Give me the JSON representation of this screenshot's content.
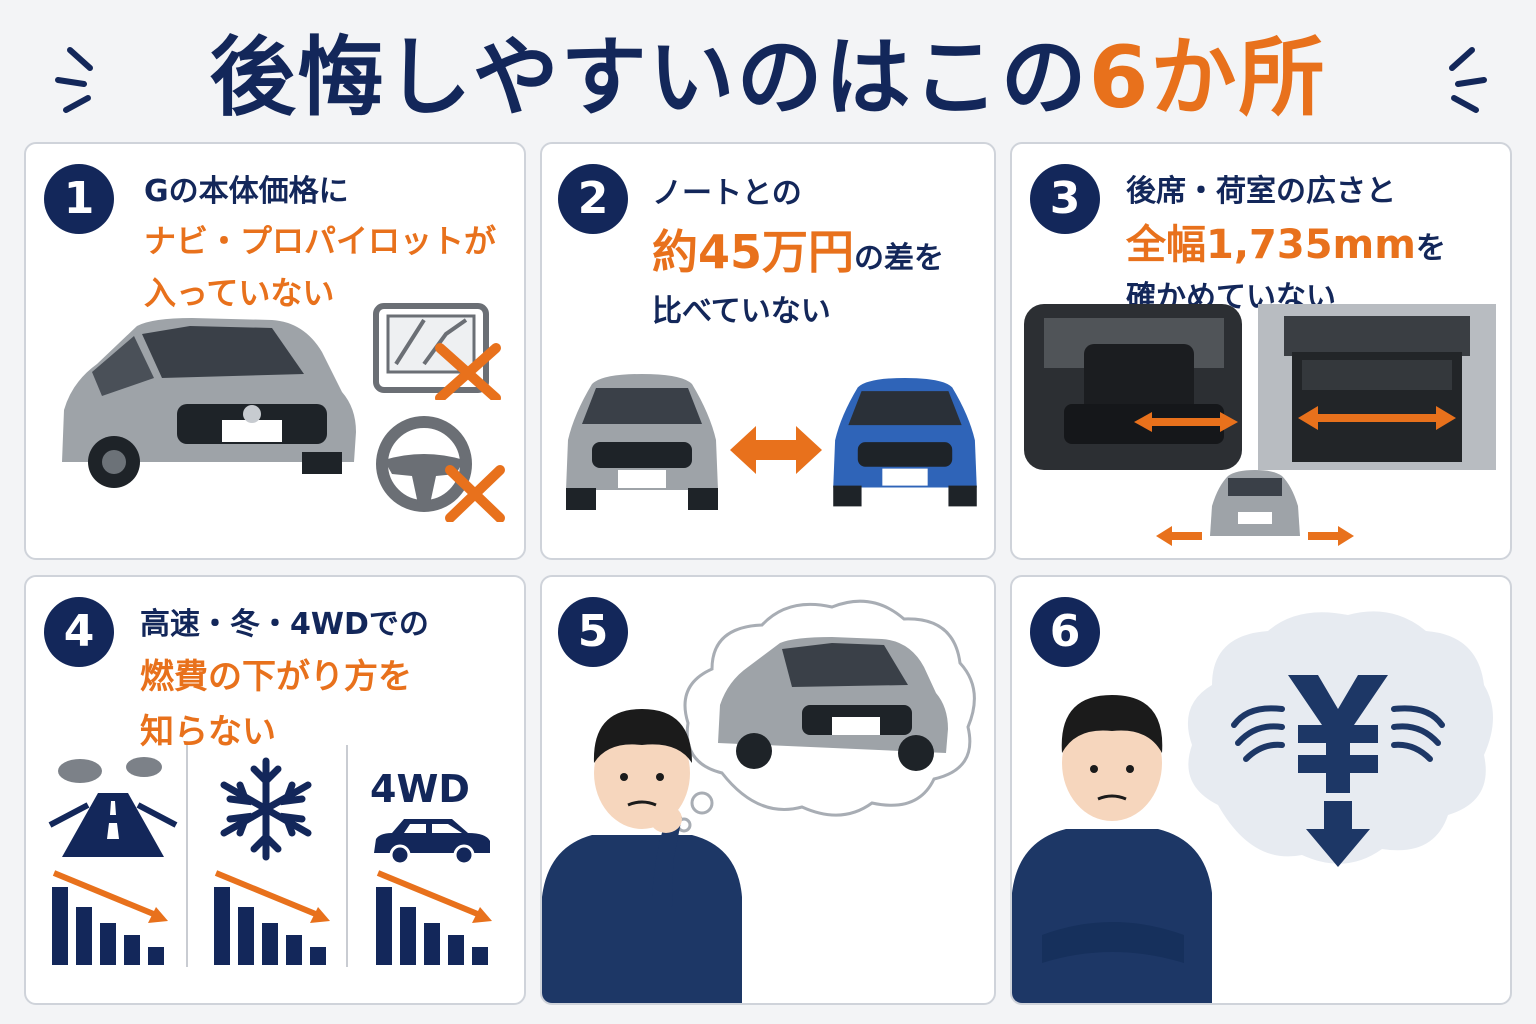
{
  "title": {
    "main": "後悔しやすいのはこの",
    "accent": "6か所"
  },
  "panels": [
    {
      "number": "1",
      "lines": [
        "Gの本体価格に",
        "ナビ・プロパイロットが",
        "入っていない"
      ]
    },
    {
      "number": "2",
      "lines": [
        "ノートとの",
        "約45万円",
        "の差を",
        "比べていない"
      ]
    },
    {
      "number": "3",
      "lines": [
        "後席・荷室の広さと",
        "全幅1,735mm",
        "を",
        "確かめていない"
      ]
    },
    {
      "number": "4",
      "lines": [
        "高速・冬・4WDでの",
        "燃費の下がり方を",
        "知らない"
      ],
      "badge": "4WD"
    },
    {
      "number": "5"
    },
    {
      "number": "6"
    }
  ],
  "colors": {
    "navy": "#13275a",
    "orange": "#e8711c",
    "car_silver": "#9ea3a8",
    "car_blue": "#2f64b8",
    "sweater": "#1d3766"
  },
  "icons": [
    "navigation-screen-icon",
    "steering-wheel-icon",
    "highway-icon",
    "snowflake-icon",
    "car-icon",
    "declining-bar-chart-icon",
    "yen-with-wings-icon",
    "thought-bubble-icon"
  ]
}
